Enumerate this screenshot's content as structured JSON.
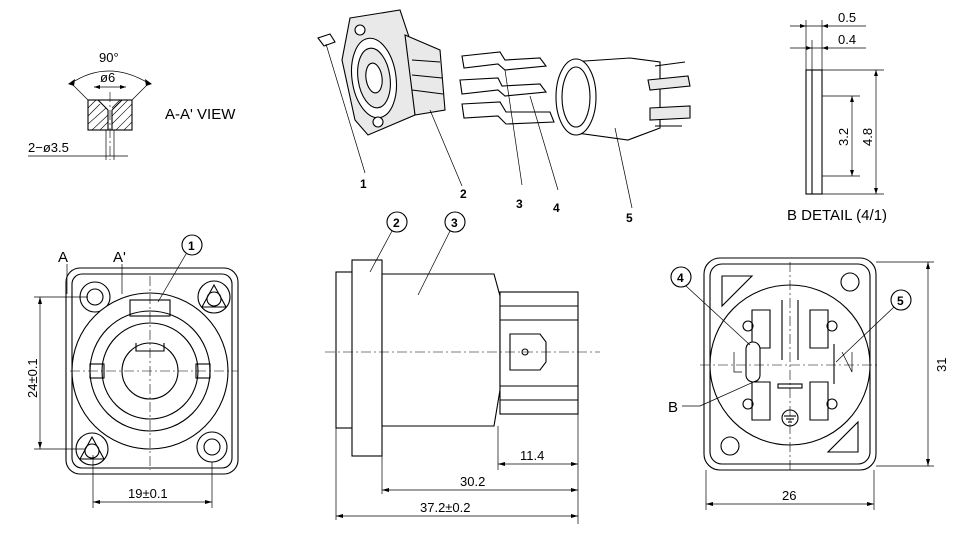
{
  "views": {
    "section_label": "A-A' VIEW",
    "detail_label": "B DETAIL (4/1)"
  },
  "section": {
    "angle": "90°",
    "bore": "ø6",
    "holes": "2−ø3.5"
  },
  "detail": {
    "dim_outer": "0.5",
    "dim_inner": "0.4",
    "dim_slot": "3.2",
    "dim_total": "4.8"
  },
  "front": {
    "section_a": "A",
    "section_a_prime": "A'",
    "dim_height": "24±0.1",
    "dim_width": "19±0.1",
    "callout_1": "1"
  },
  "side": {
    "callout_2": "2",
    "callout_3": "3",
    "dim_tail": "11.4",
    "dim_body": "30.2",
    "dim_overall": "37.2±0.2"
  },
  "rear": {
    "callout_4": "4",
    "callout_5": "5",
    "detail_ref": "B",
    "dim_height": "31",
    "dim_width": "26"
  },
  "exploded": {
    "part_1": "1",
    "part_2": "2",
    "part_3": "3",
    "part_4": "4",
    "part_5": "5"
  }
}
